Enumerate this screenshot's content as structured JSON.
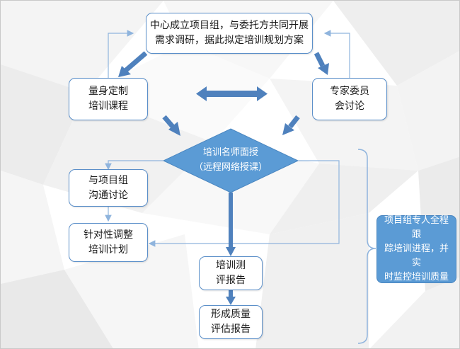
{
  "colors": {
    "box_border": "#5b8fc9",
    "diamond_fill": "#5b9bd5",
    "arrow_fill": "#4f81bd",
    "connector": "#8fb4dd",
    "side_panel": "#5b9bd5"
  },
  "nodes": {
    "top": "中心成立项目组，与委托方共同开展\n需求调研，据此拟定培训规划方案",
    "left": "量身定制\n培训课程",
    "right": "专家委员\n会讨论",
    "diamond": "培训名师面授\n（远程网络授课）",
    "communicate": "与项目组\n沟通讨论",
    "adjust": "针对性调整\n培训计划",
    "report": "培训测\n评报告",
    "quality": "形成质量\n评估报告",
    "side": "项目组专人全程跟\n踪培训进程，并实\n时监控培训质量"
  }
}
